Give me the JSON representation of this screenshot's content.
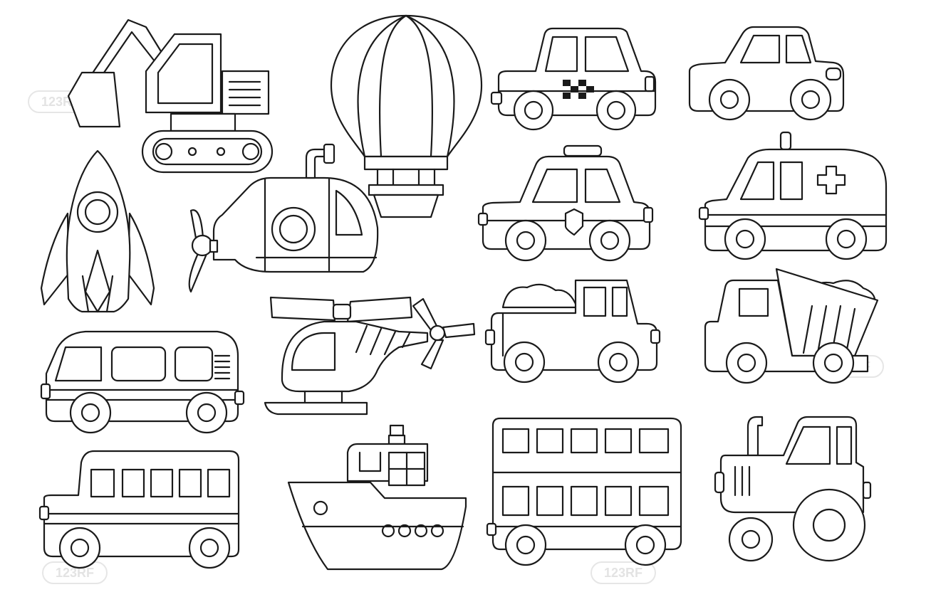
{
  "watermark": {
    "text": "123RF"
  },
  "illustration": {
    "style": "black outline coloring page",
    "line_color": "#1a1a1a",
    "background": "#ffffff",
    "vehicles": [
      "excavator",
      "hot-air-balloon",
      "taxi",
      "car",
      "rocket",
      "submarine",
      "police-car",
      "ambulance",
      "helicopter",
      "pickup-truck",
      "dump-truck",
      "minibus",
      "school-bus",
      "ship",
      "double-decker-bus",
      "tractor"
    ]
  }
}
